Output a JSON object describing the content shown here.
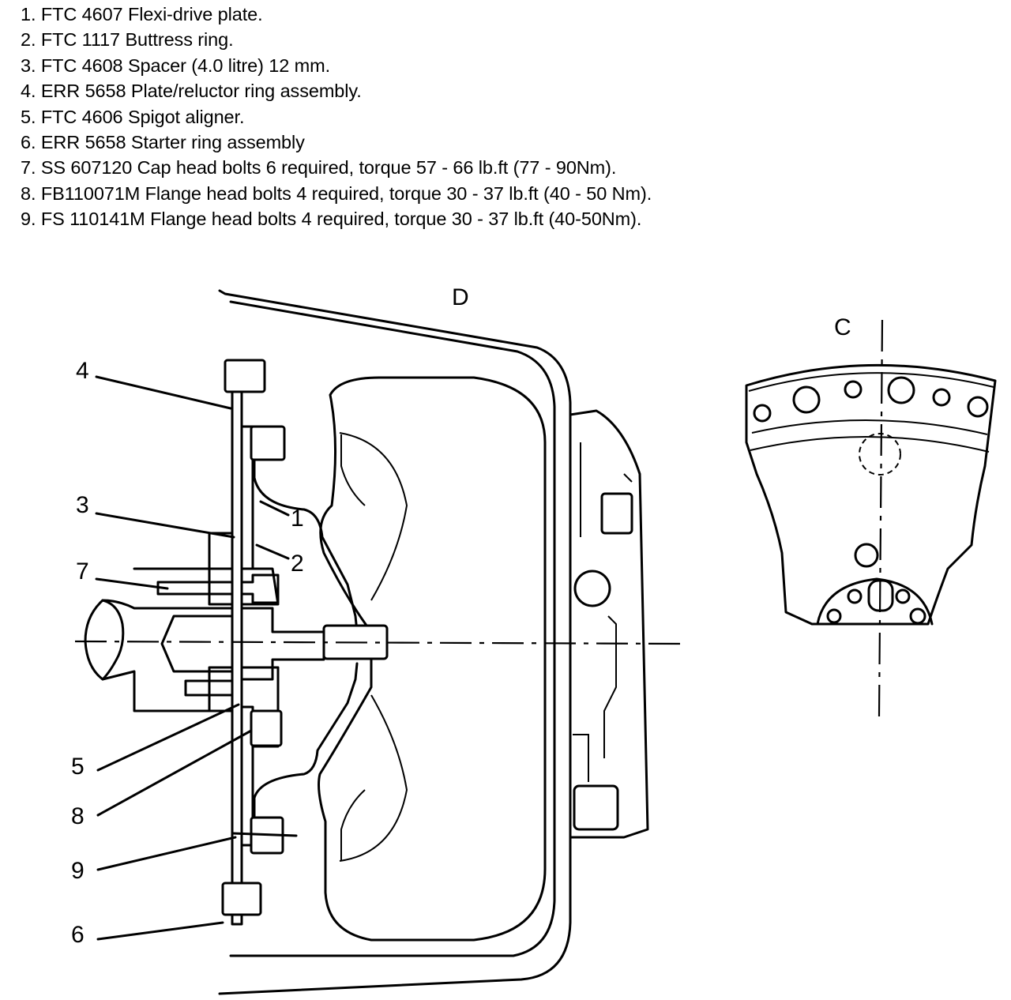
{
  "legend": [
    "1. FTC 4607 Flexi-drive plate.",
    "2. FTC 1117 Buttress ring.",
    "3. FTC 4608 Spacer (4.0 litre) 12 mm.",
    "4. ERR 5658 Plate/reluctor ring assembly.",
    "5. FTC 4606 Spigot aligner.",
    "6. ERR 5658 Starter ring assembly",
    "7. SS 607120 Cap head bolts 6 required, torque 57 - 66 lb.ft (77 - 90Nm).",
    "8. FB110071M Flange head bolts 4 required, torque 30 - 37 lb.ft (40 - 50 Nm).",
    "9. FS 110141M Flange head bolts 4 required, torque 30 - 37 lb.ft (40-50Nm)."
  ],
  "views": {
    "main": "D",
    "detail": "C"
  },
  "callouts": {
    "n1": "1",
    "n2": "2",
    "n3": "3",
    "n4": "4",
    "n5": "5",
    "n6": "6",
    "n7": "7",
    "n8": "8",
    "n9": "9"
  }
}
